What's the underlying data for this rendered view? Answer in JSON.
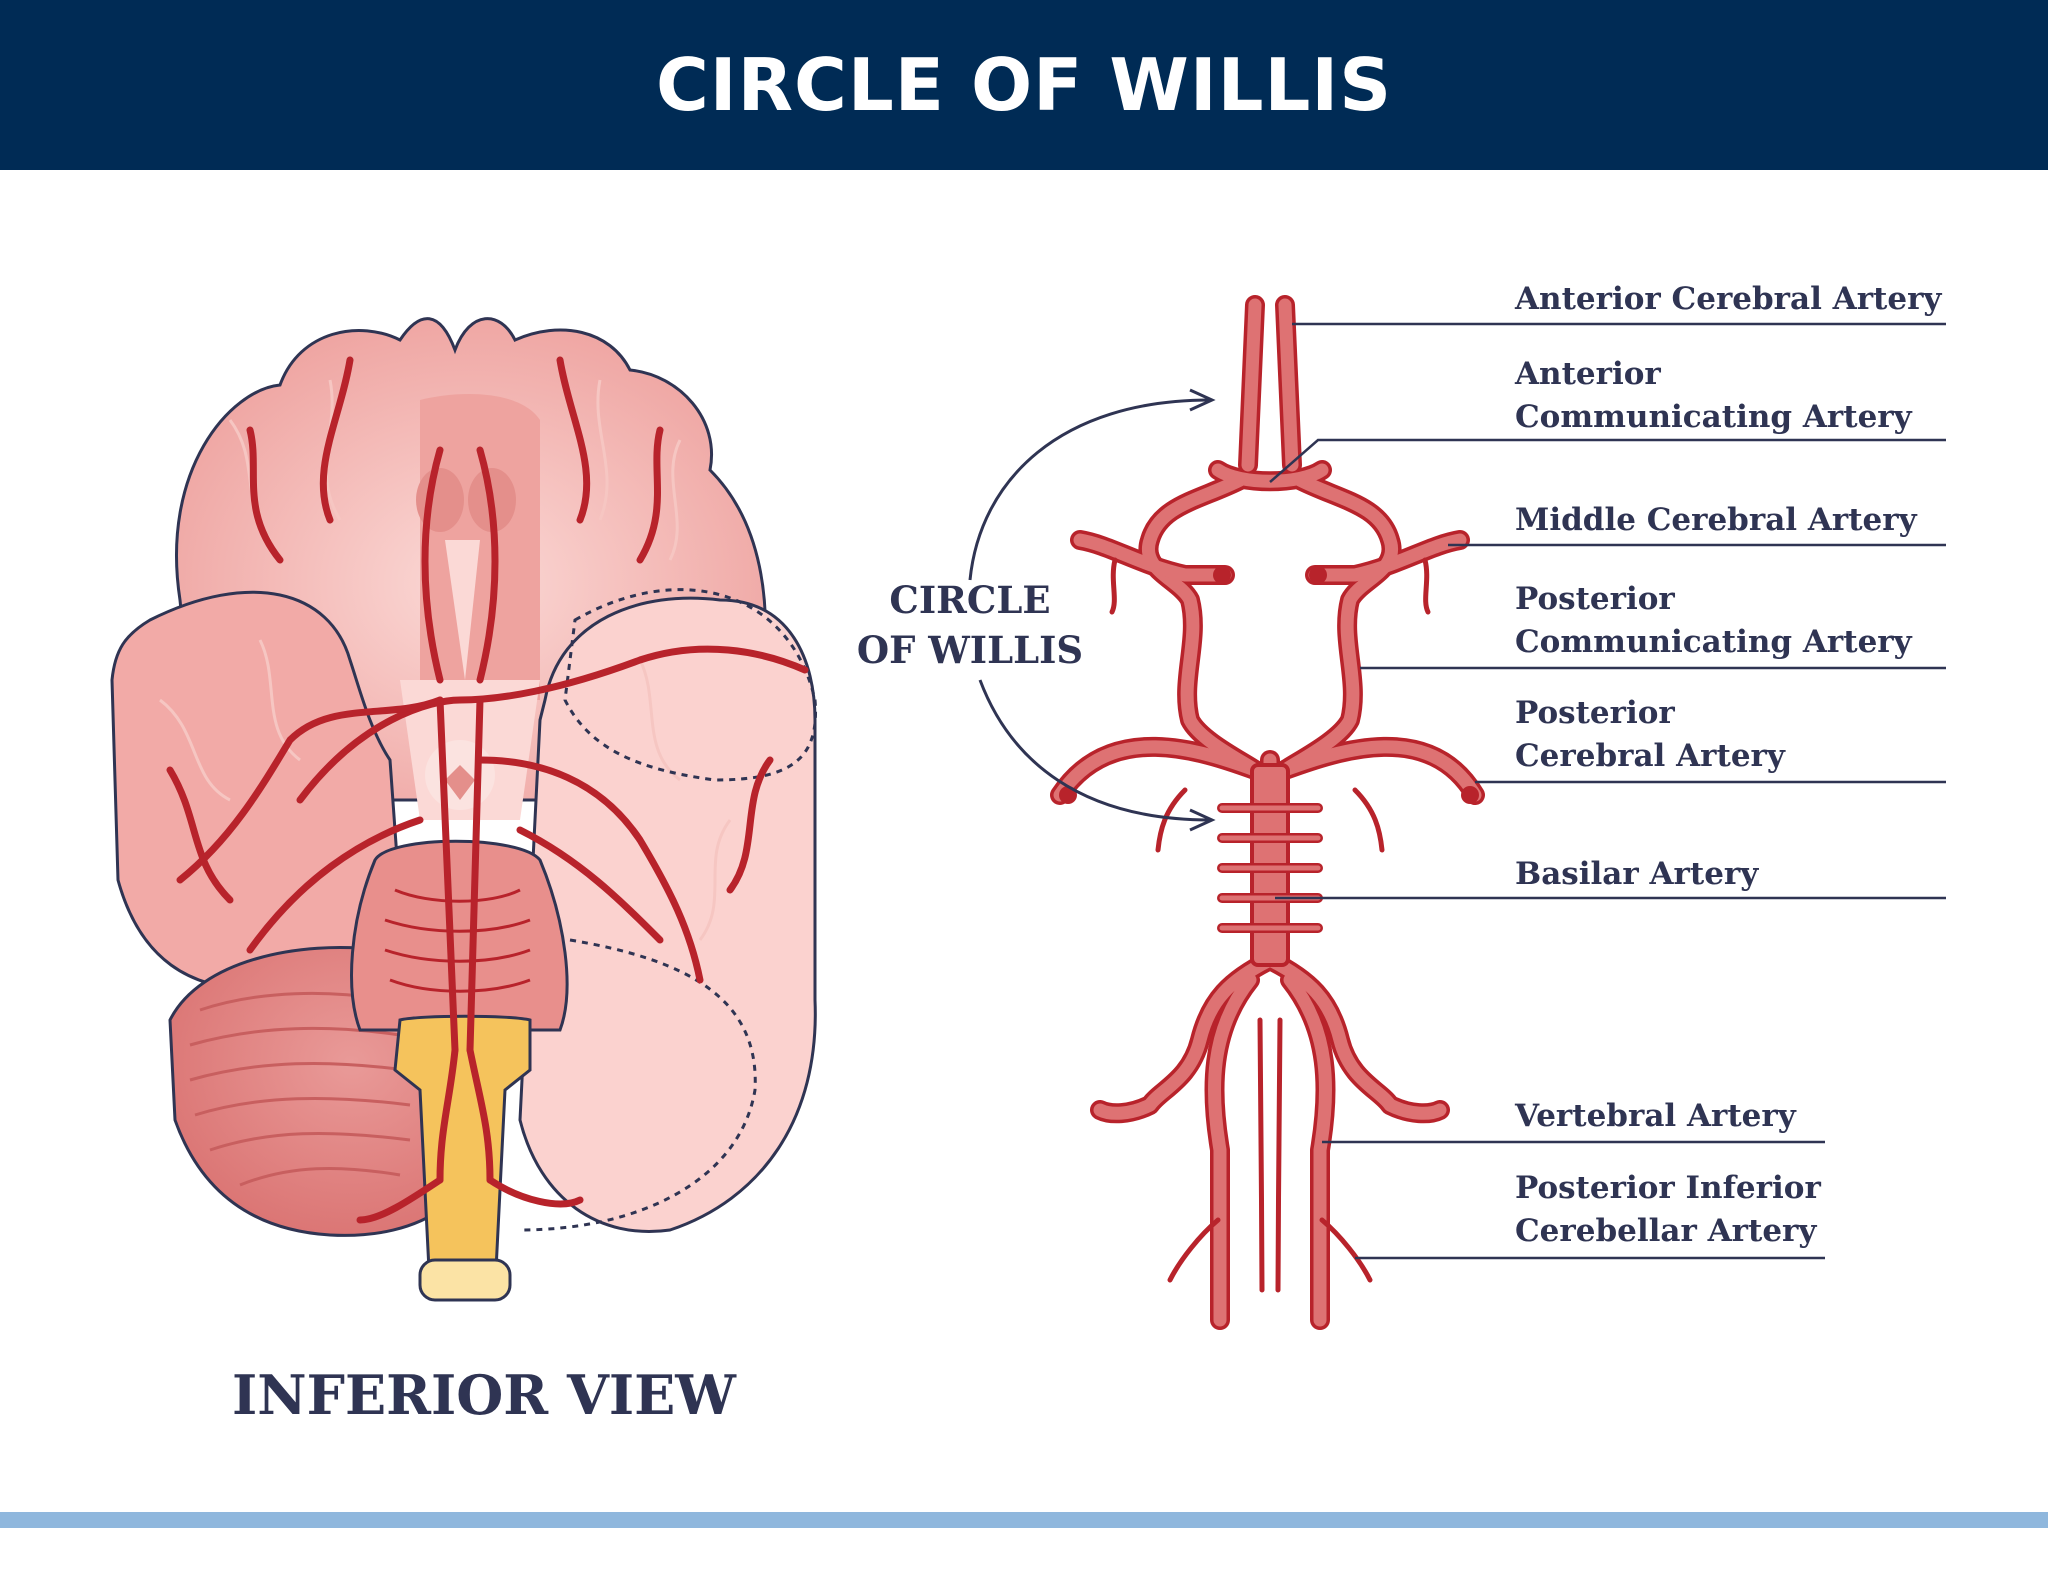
{
  "title": "CIRCLE OF WILLIS",
  "center_label": [
    "CIRCLE",
    "OF WILLIS"
  ],
  "view_label": "INFERIOR VIEW",
  "labels": [
    {
      "id": "aca",
      "lines": [
        "Anterior Cerebral Artery"
      ]
    },
    {
      "id": "acom",
      "lines": [
        "Anterior",
        "Communicating Artery"
      ]
    },
    {
      "id": "mca",
      "lines": [
        "Middle Cerebral Artery"
      ]
    },
    {
      "id": "pcom",
      "lines": [
        "Posterior",
        "Communicating Artery"
      ]
    },
    {
      "id": "pca",
      "lines": [
        "Posterior",
        "Cerebral Artery"
      ]
    },
    {
      "id": "ba",
      "lines": [
        "Basilar Artery"
      ]
    },
    {
      "id": "va",
      "lines": [
        "Vertebral Artery"
      ]
    },
    {
      "id": "pica",
      "lines": [
        "Posterior Inferior",
        "Cerebellar Artery"
      ]
    }
  ],
  "colors": {
    "header_bg": "#002b55",
    "header_text": "#ffffff",
    "label_text": "#2f3453",
    "artery_fill": "#de7273",
    "artery_dark": "#b8232b",
    "brain_tissue": "#f3b7b3",
    "brainstem": "#f5c35c",
    "footer_bar": "#8fb7dd"
  },
  "icons": [
    "brain-inferior-illustration",
    "circle-of-willis-artery-diagram",
    "pointer-arrow-icon"
  ]
}
